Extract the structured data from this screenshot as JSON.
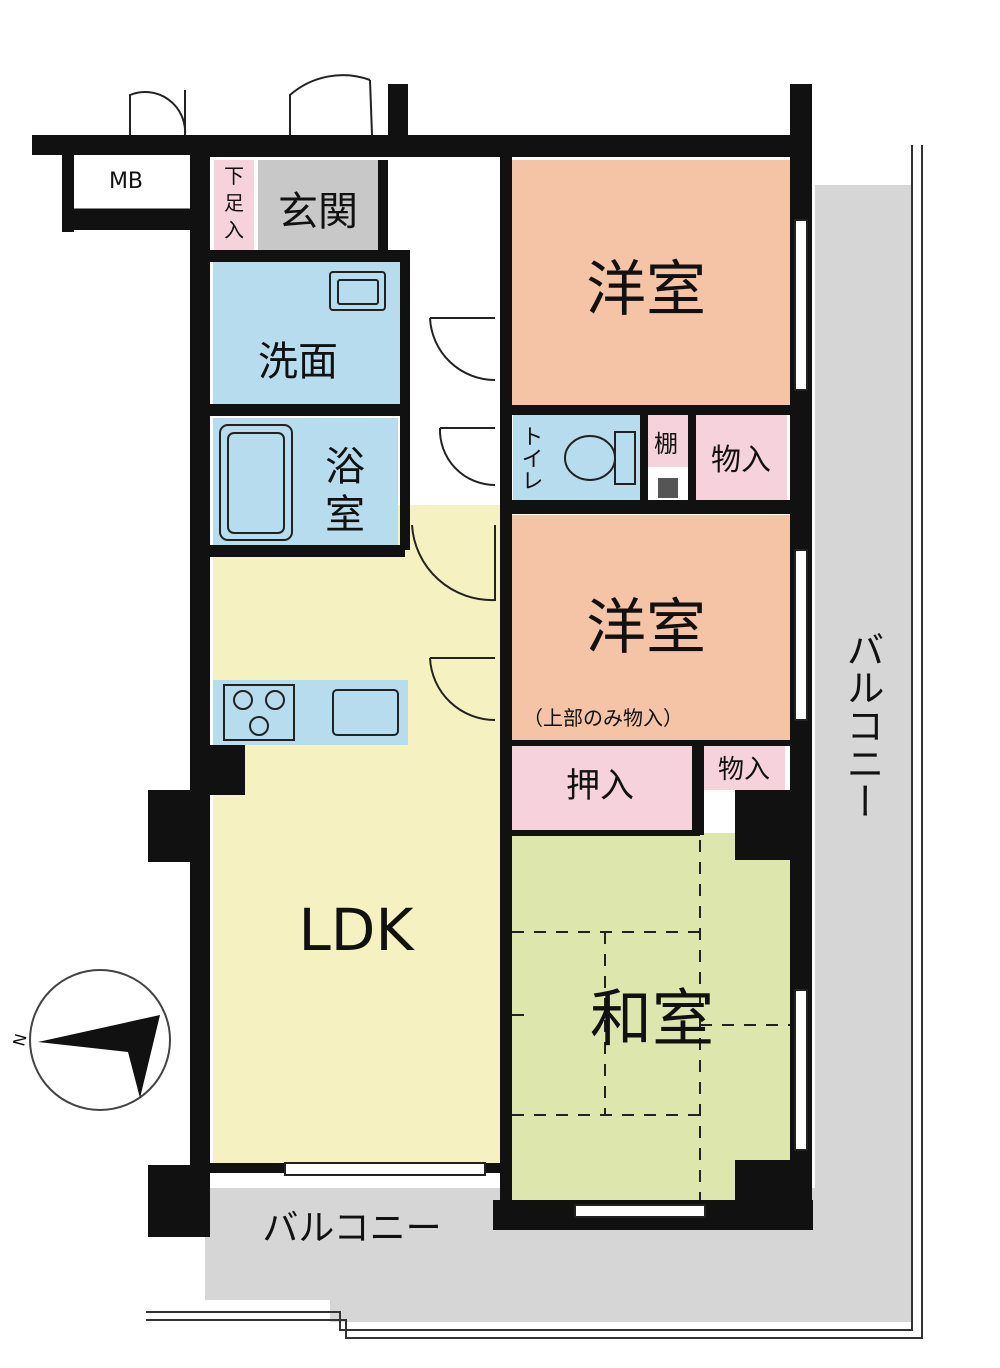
{
  "rooms": {
    "western1": "洋室",
    "western2": "洋室",
    "japanese": "和室",
    "ldk": "LDK",
    "entrance": "玄関",
    "washroom": "洗面",
    "bath_1": "浴",
    "bath_2": "室",
    "toilet": "トイレ",
    "shelf": "棚",
    "storage1": "物入",
    "storage2": "物入",
    "closet": "押入",
    "closet_note": "（上部のみ物入）",
    "shoe_1": "下",
    "shoe_2": "足",
    "shoe_3": "入",
    "mb": "MB",
    "balcony_bottom": "バルコニー",
    "balcony_right": "バルコニー",
    "compass_n": "N"
  },
  "colors": {
    "western": "#f5c4a6",
    "japanese": "#dce6ad",
    "ldk": "#f6f1c0",
    "wet": "#b6dcee",
    "storage": "#f6d3dc",
    "entrance": "#c8c8c8",
    "balcony": "#d6d6d6",
    "wall": "#111111"
  }
}
